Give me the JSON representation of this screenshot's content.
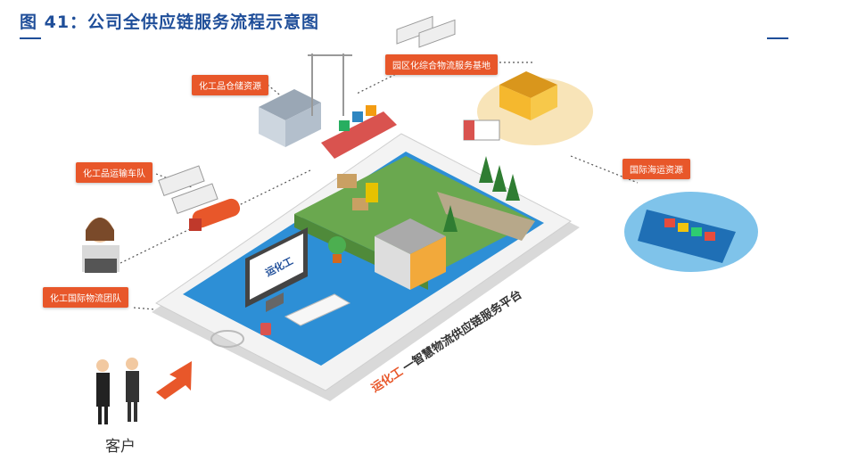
{
  "figure": {
    "title": "图 41：公司全供应链服务流程示意图"
  },
  "labels": {
    "storage": "化工品仓储资源",
    "park_base": "园区化综合物流服务基地",
    "fleet": "化工品运输车队",
    "intl_shipping": "国际海运资源",
    "logistics_team": "化工国际物流团队"
  },
  "platform": {
    "brand": "运化工",
    "slogan": "一智慧物流供应链服务平台",
    "screen_logo": "运化工"
  },
  "customer": "客户",
  "colors": {
    "accent": "#e8572a",
    "title_blue": "#1f4e99",
    "screen_blue": "#2d8fd6",
    "grass": "#6aa84f"
  }
}
